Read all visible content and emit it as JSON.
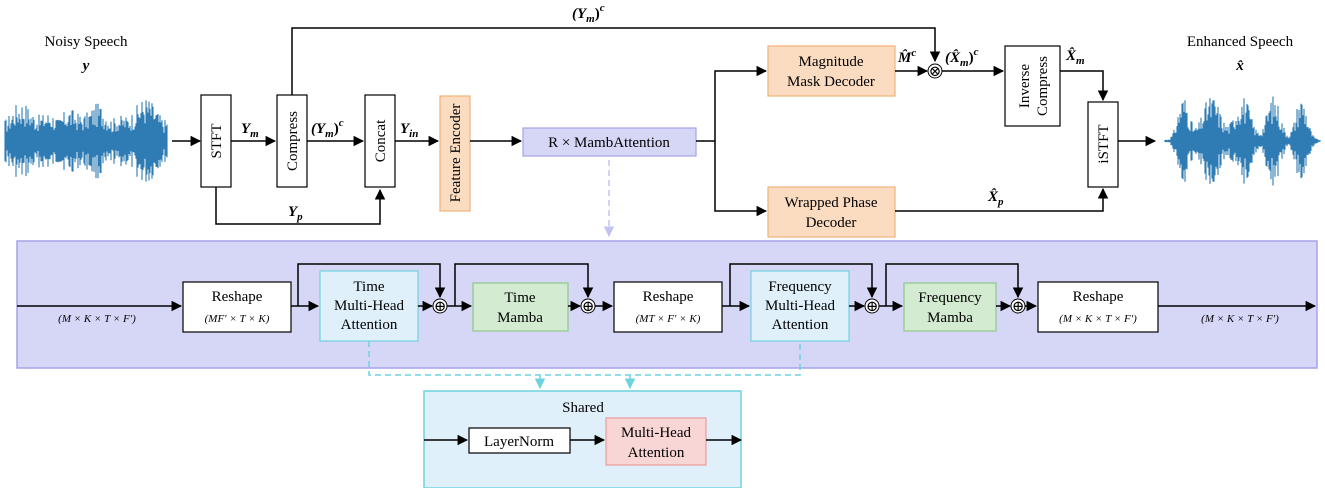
{
  "inputs": {
    "noisy_title": "Noisy Speech",
    "noisy_symbol": "y",
    "enhanced_title": "Enhanced Speech",
    "enhanced_symbol": "x̂"
  },
  "blocks": {
    "stft": "STFT",
    "compress": "Compress",
    "concat": "Concat",
    "feature_encoder": "Feature Encoder",
    "mambattention": "R × MambAttention",
    "magnitude_decoder": [
      "Magnitude",
      "Mask Decoder"
    ],
    "phase_decoder": [
      "Wrapped Phase",
      "Decoder"
    ],
    "inverse_compress": [
      "Inverse",
      "Compress"
    ],
    "istft": "iSTFT"
  },
  "signals": {
    "ym": "Y",
    "ym_sub": "m",
    "ymc": "(Y",
    "ymc_sub": "m",
    "ymc_sup": "c",
    "yp": "Y",
    "yp_sub": "p",
    "yin": "Y",
    "yin_sub": "in",
    "top_ymc": "(Y",
    "mhat": "M̂",
    "mhat_sup": "c",
    "xhatmc": "(X̂",
    "xhatm": "X̂",
    "xhatm_sub": "m",
    "xhatp": "X̂",
    "xhatp_sub": "p",
    "multiply": "⊗"
  },
  "detail": {
    "input_shape": "(M × K × T × F′)",
    "reshape1": "Reshape",
    "reshape1_shape": "(MF′ × T × K)",
    "time_attention": [
      "Time",
      "Multi-Head",
      "Attention"
    ],
    "time_mamba": [
      "Time",
      "Mamba"
    ],
    "reshape2": "Reshape",
    "reshape2_shape": "(MT × F′ × K)",
    "freq_attention": [
      "Frequency",
      "Multi-Head",
      "Attention"
    ],
    "freq_mamba": [
      "Frequency",
      "Mamba"
    ],
    "reshape3": "Reshape",
    "reshape3_shape": "(M × K × T × F′)",
    "output_shape": "(M × K × T × F′)",
    "add": "⊕"
  },
  "shared": {
    "title": "Shared",
    "layernorm": "LayerNorm",
    "mha": [
      "Multi-Head",
      "Attention"
    ]
  },
  "colors": {
    "orange_fill": "#fbdcc1",
    "orange_stroke": "#f0b27a",
    "purple_fill": "#d6d6f7",
    "purple_stroke": "#a3a3e6",
    "cyan_fill": "#dff0fb",
    "cyan_stroke": "#6fd3de",
    "green_fill": "#d3ecd1",
    "green_stroke": "#8cc98a",
    "red_fill": "#f9d6d6",
    "red_stroke": "#ee9a9a",
    "wave": "#2f7bb3"
  }
}
